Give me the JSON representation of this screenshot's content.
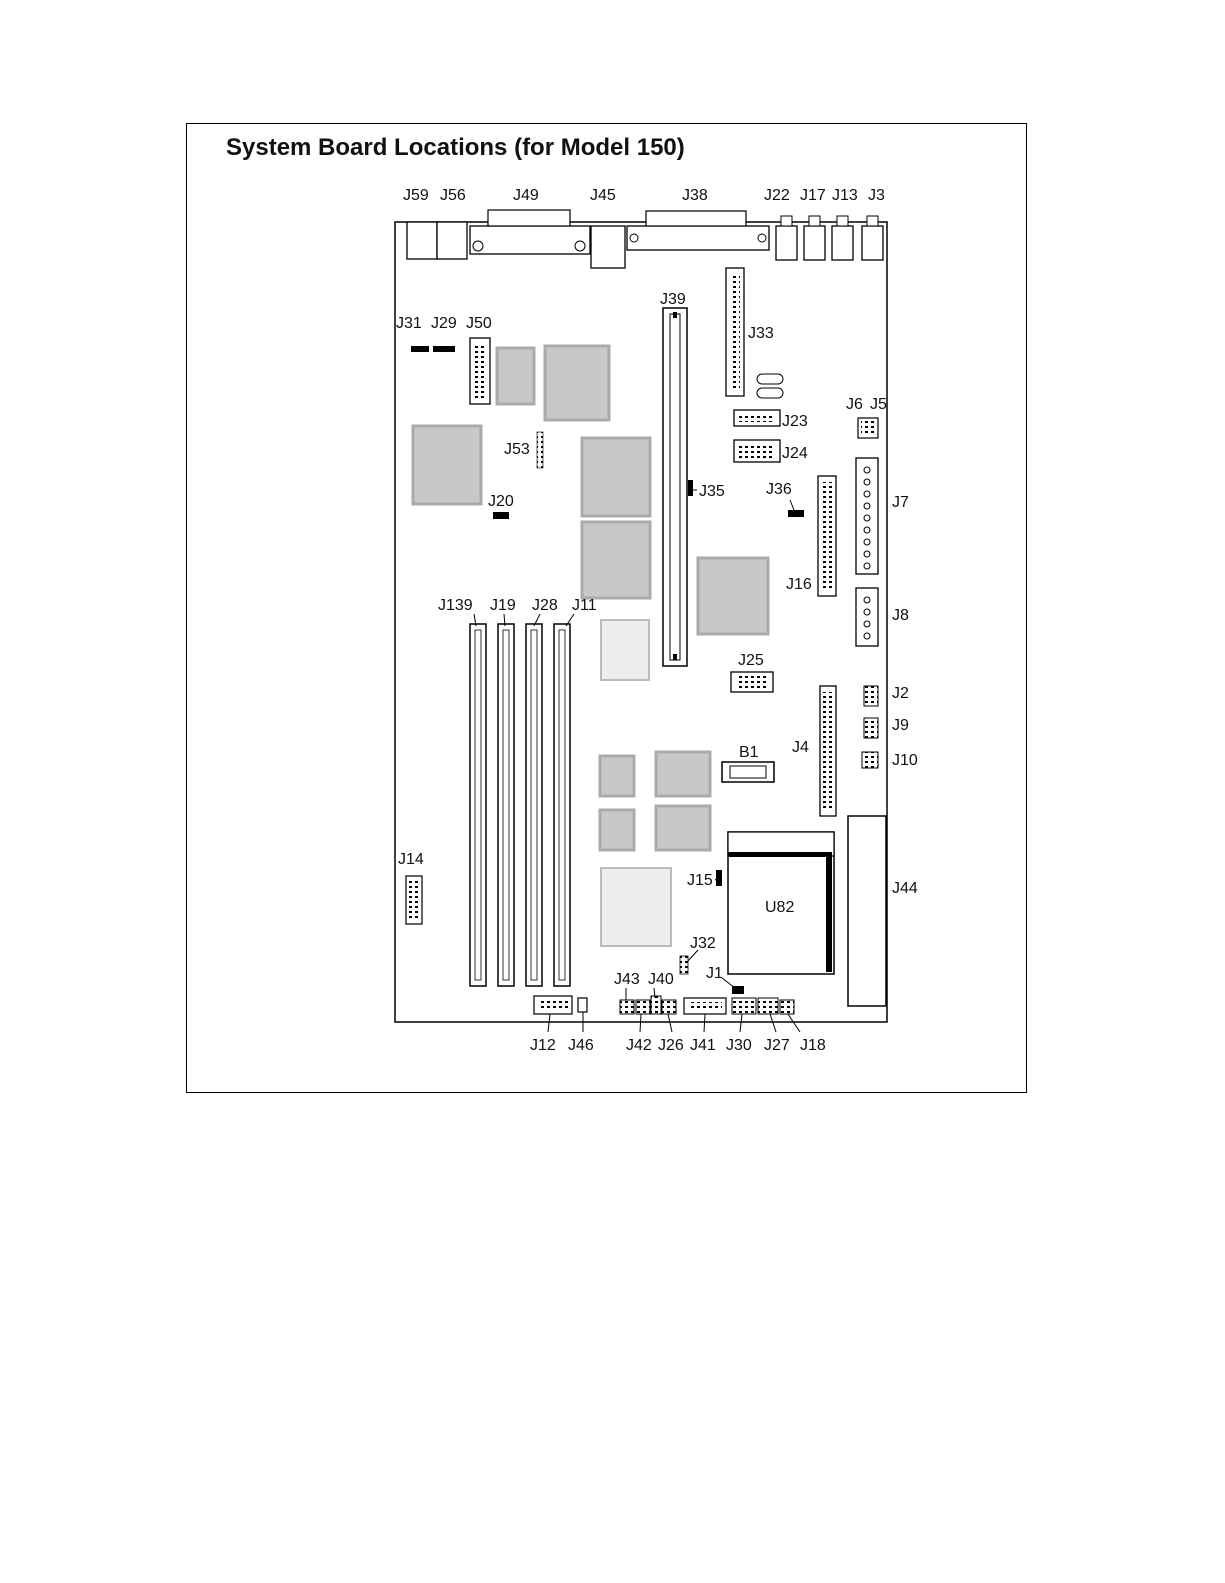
{
  "title": "System Board Locations (for Model 150)",
  "colors": {
    "line": "#000000",
    "chip_fill": "#c8c8c8",
    "chip_edge": "#a8a8a8",
    "light_fill": "#ededed"
  },
  "labels": {
    "J59": "J59",
    "J56": "J56",
    "J49": "J49",
    "J45": "J45",
    "J38": "J38",
    "J22": "J22",
    "J17": "J17",
    "J13": "J13",
    "J3": "J3",
    "J39": "J39",
    "J33": "J33",
    "J31": "J31",
    "J29": "J29",
    "J50": "J50",
    "J6": "J6",
    "J5": "J5",
    "J23": "J23",
    "J24": "J24",
    "J53": "J53",
    "J35": "J35",
    "J36": "J36",
    "J7": "J7",
    "J20": "J20",
    "J16": "J16",
    "J139": "J139",
    "J19": "J19",
    "J28": "J28",
    "J11": "J11",
    "J8": "J8",
    "J25": "J25",
    "J2": "J2",
    "J9": "J9",
    "J4": "J4",
    "B1": "B1",
    "J10": "J10",
    "J14": "J14",
    "J15": "J15",
    "U82": "U82",
    "J44": "J44",
    "J32": "J32",
    "J43": "J43",
    "J40": "J40",
    "J1": "J1",
    "J12": "J12",
    "J46": "J46",
    "J42": "J42",
    "J26": "J26",
    "J41": "J41",
    "J30": "J30",
    "J27": "J27",
    "J18": "J18"
  }
}
